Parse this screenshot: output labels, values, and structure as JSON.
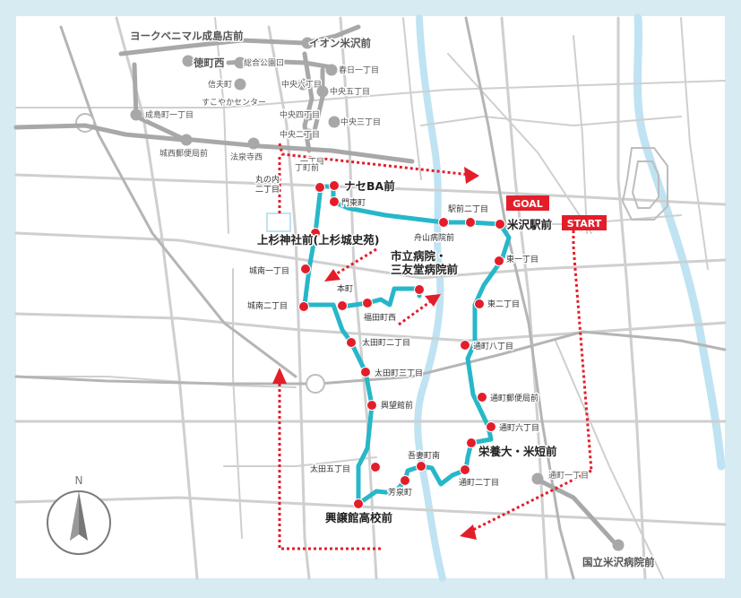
{
  "map": {
    "colors": {
      "frame": "#d6ecf2",
      "route": "#27b7c9",
      "stop": "#e31e2a",
      "arrow": "#e31e2a",
      "river": "#bfe3f2",
      "old_route": "#a8a8a8",
      "road": "#c8c8c8"
    },
    "badges": {
      "goal": "GOAL",
      "start": "START"
    },
    "compass": {
      "label": "N",
      "icon": "north-arrow-icon"
    },
    "stops": [
      {
        "label": "ナセBA前",
        "emph": true
      },
      {
        "label": "丸の内 二丁目"
      },
      {
        "label": "門東町"
      },
      {
        "label": "上杉神社前(上杉城史苑)",
        "emph": true
      },
      {
        "label": "舟山病院前"
      },
      {
        "label": "駅前二丁目"
      },
      {
        "label": "米沢駅前",
        "emph": true
      },
      {
        "label": "東一丁目"
      },
      {
        "label": "東二丁目"
      },
      {
        "label": "通町八丁目"
      },
      {
        "label": "通町郵便局前"
      },
      {
        "label": "通町六丁目"
      },
      {
        "label": "栄養大・米短前",
        "emph": true
      },
      {
        "label": "通町二丁目"
      },
      {
        "label": "吾妻町南"
      },
      {
        "label": "芳泉町"
      },
      {
        "label": "興譲館高校前",
        "emph": true
      },
      {
        "label": "太田五丁目"
      },
      {
        "label": "興望館前"
      },
      {
        "label": "太田町三丁目"
      },
      {
        "label": "太田町二丁目"
      },
      {
        "label": "福田町西"
      },
      {
        "label": "市立病院・ 三友堂病院前",
        "emph": true
      },
      {
        "label": "本町"
      },
      {
        "label": "城南二丁目"
      },
      {
        "label": "城南一丁目"
      }
    ],
    "old_stops": [
      {
        "label": "ヨークベニマル成島店前"
      },
      {
        "label": "イオン米沢前"
      },
      {
        "label": "徳町西"
      },
      {
        "label": "総合公園口"
      },
      {
        "label": "春日一丁目"
      },
      {
        "label": "信夫町"
      },
      {
        "label": "中央六丁目"
      },
      {
        "label": "中央五丁目"
      },
      {
        "label": "すこやかセンター"
      },
      {
        "label": "成島町一丁目"
      },
      {
        "label": "中央四丁目"
      },
      {
        "label": "中央三丁目"
      },
      {
        "label": "中央二丁目"
      },
      {
        "label": "城西郵便局前"
      },
      {
        "label": "法泉寺西"
      },
      {
        "label": "一丁目"
      },
      {
        "label": "丁町前"
      },
      {
        "label": "通町一丁目"
      },
      {
        "label": "国立米沢病院前"
      }
    ]
  }
}
